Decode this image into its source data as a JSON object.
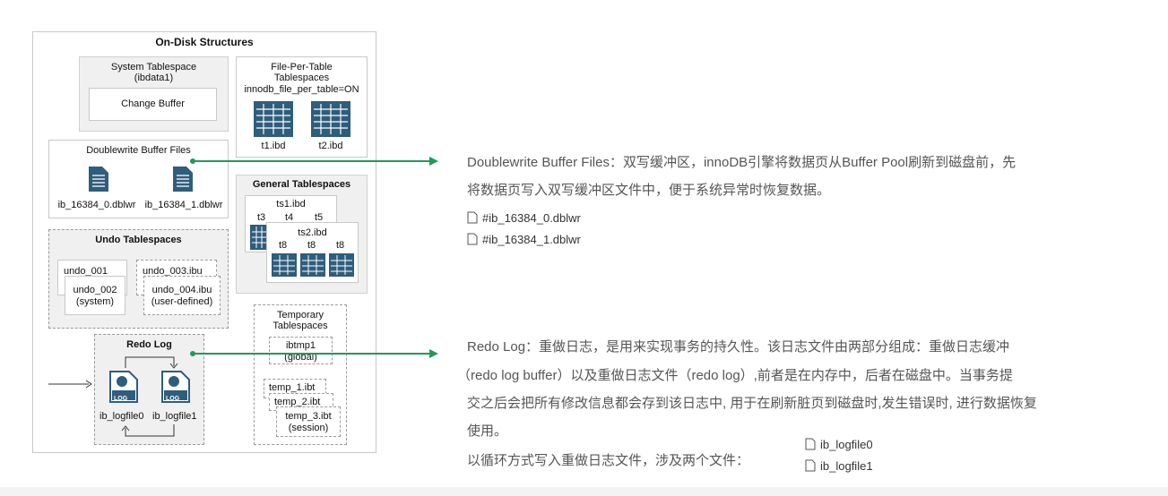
{
  "diagram": {
    "title": "On-Disk Structures",
    "system_tablespace": {
      "title": "System Tablespace",
      "subtitle": "(ibdata1)",
      "change_buffer": "Change Buffer"
    },
    "file_per_table": {
      "title_line1": "File-Per-Table",
      "title_line2": "Tablespaces",
      "setting": "innodb_file_per_table=ON",
      "file1": "t1.ibd",
      "file2": "t2.ibd"
    },
    "doublewrite": {
      "title": "Doublewrite Buffer Files",
      "file1": "ib_16384_0.dblwr",
      "file2": "ib_16384_1.dblwr"
    },
    "general": {
      "title": "General Tablespaces",
      "ts1": "ts1.ibd",
      "ts2": "ts2.ibd",
      "t3": "t3",
      "t4": "t4",
      "t5": "t5",
      "t8a": "t8",
      "t8b": "t8",
      "t8c": "t8"
    },
    "undo": {
      "title": "Undo Tablespaces",
      "u1": "undo_001",
      "u2": "undo_002",
      "u2sub": "(system)",
      "u3": "undo_003.ibu",
      "u4": "undo_004.ibu",
      "u4sub": "(user-defined)"
    },
    "temporary": {
      "title_line1": "Temporary",
      "title_line2": "Tablespaces",
      "ibtmp": "ibtmp1",
      "ibtmp_sub": "(global)",
      "temp1": "temp_1.ibt",
      "temp2": "temp_2.ibt",
      "temp3": "temp_3.ibt",
      "temp3_sub": "(session)"
    },
    "redo": {
      "title": "Redo Log",
      "icon_label": "LOG",
      "file1": "ib_logfile0",
      "file2": "ib_logfile1"
    }
  },
  "notes": {
    "doublewrite": {
      "line1": "Doublewrite Buffer Files：双写缓冲区，innoDB引擎将数据页从Buffer Pool刷新到磁盘前，先",
      "line2": "将数据页写入双写缓冲区文件中，便于系统异常时恢复数据。",
      "files": [
        "#ib_16384_0.dblwr",
        "#ib_16384_1.dblwr"
      ]
    },
    "redo": {
      "line1": "Redo Log：重做日志，是用来实现事务的持久性。该日志文件由两部分组成：重做日志缓冲",
      "line2": "（redo log buffer）以及重做日志文件（redo log）,前者是在内存中，后者在磁盘中。当事务提",
      "line3": "交之后会把所有修改信息都会存到该日志中, 用于在刷新脏页到磁盘时,发生错误时, 进行数据恢复",
      "line4": "使用。",
      "line5": "以循环方式写入重做日志文件，涉及两个文件：",
      "files": [
        "ib_logfile0",
        "ib_logfile1"
      ]
    }
  },
  "colors": {
    "accent_green": "#1f9a5b",
    "table_blue": "#2f5d7c"
  }
}
